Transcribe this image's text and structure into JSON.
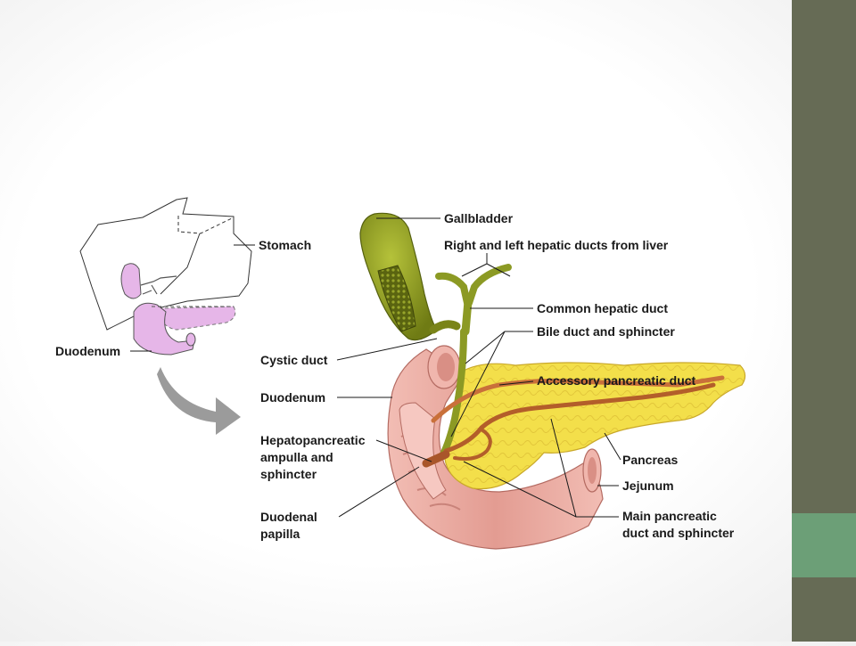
{
  "labels": {
    "gallbladder": "Gallbladder",
    "hepatic_ducts": "Right and left hepatic ducts from liver",
    "common_hepatic": "Common hepatic duct",
    "bile_duct": "Bile duct and sphincter",
    "accessory_duct": "Accessory pancreatic duct",
    "pancreas": "Pancreas",
    "jejunum": "Jejunum",
    "main_duct_1": "Main pancreatic",
    "main_duct_2": "duct and sphincter",
    "stomach": "Stomach",
    "duodenum_inset": "Duodenum",
    "cystic_duct": "Cystic duct",
    "duodenum_main": "Duodenum",
    "ampulla_1": "Hepatopancreatic",
    "ampulla_2": "ampulla and",
    "ampulla_3": "sphincter",
    "papilla_1": "Duodenal",
    "papilla_2": "papilla"
  },
  "colors": {
    "sidebar": "#666b55",
    "sidebar_accent": "#6c9f77",
    "gallbladder": "#8c9a24",
    "pancreas": "#f3df4a",
    "duodenum": "#e9a9a0",
    "duct": "#c9703a",
    "inset_organ": "#e6b6e8"
  }
}
